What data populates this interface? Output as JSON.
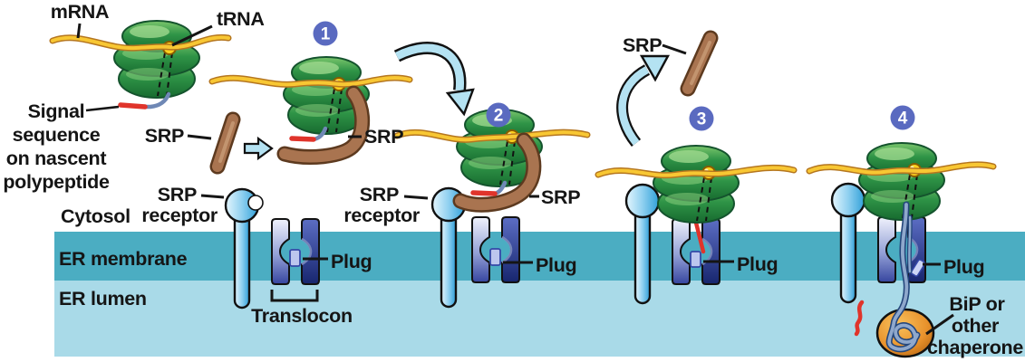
{
  "figure": {
    "steps": [
      {
        "label": "1"
      },
      {
        "label": "2"
      },
      {
        "label": "3"
      },
      {
        "label": "4"
      }
    ],
    "regions": {
      "cytosol": "Cytosol",
      "er_membrane": "ER membrane",
      "er_lumen": "ER lumen"
    },
    "labels": {
      "mrna": "mRNA",
      "trna": "tRNA",
      "signal_line1": "Signal",
      "signal_line2": "sequence",
      "signal_line3": "on nascent",
      "signal_line4": "polypeptide",
      "srp": "SRP",
      "srp_receptor_line1": "SRP",
      "srp_receptor_line2": "receptor",
      "translocon": "Translocon",
      "plug": "Plug",
      "bip_line1": "BiP or",
      "bip_line2": "other",
      "bip_line3": "chaperone"
    },
    "colors": {
      "er_membrane": "#4badc2",
      "er_lumen": "#a9dae8",
      "ribosome_green": "#2f9447",
      "mrna_yellow": "#f6c733",
      "srp_brown": "#a97450",
      "srp_receptor_blue": "#7cc4ea",
      "translocon_navy": "#24368e",
      "plug_lavender": "#bcc6ee",
      "signal_red": "#e0342b",
      "chaperone_orange": "#e8912b",
      "step_badge_blue": "#5a6ac0",
      "arrow_light_blue": "#b4e2f2"
    }
  }
}
